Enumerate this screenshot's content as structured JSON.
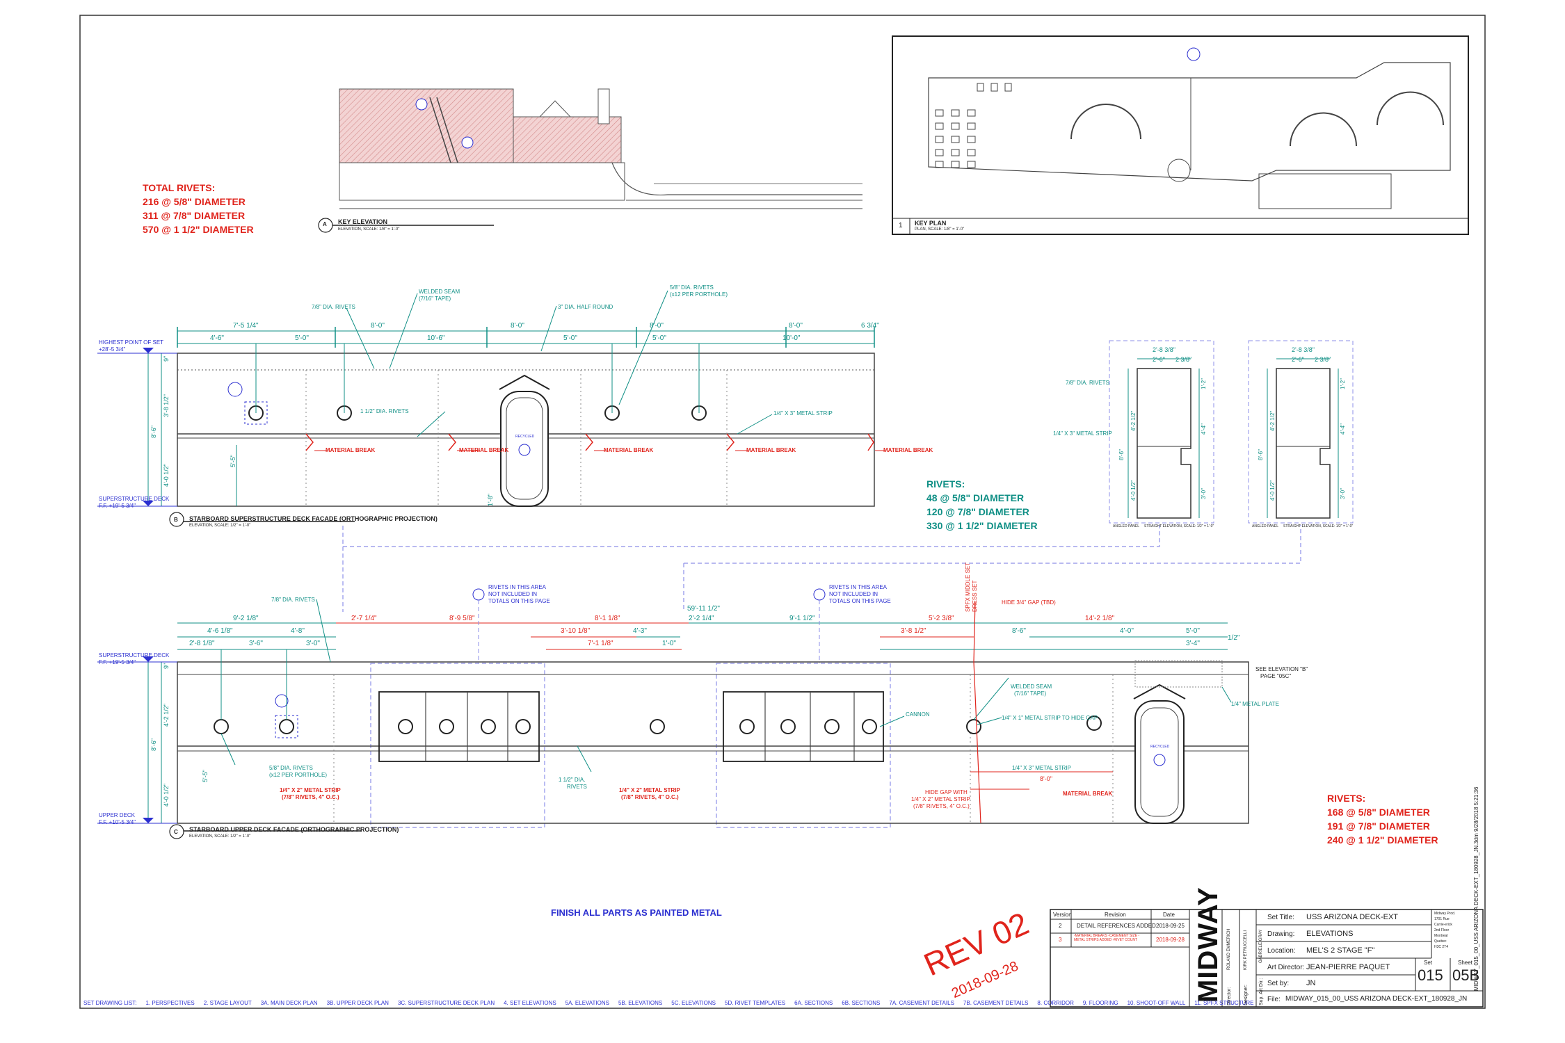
{
  "total_rivets": {
    "title": "TOTAL RIVETS:",
    "lines": [
      "216 @ 5/8\" DIAMETER",
      "311 @ 7/8\" DIAMETER",
      "570 @ 1 1/2\" DIAMETER"
    ]
  },
  "key_elevation": {
    "mark": "A",
    "title": "KEY ELEVATION",
    "scale": "ELEVATION, SCALE: 1/8\" = 1'-0\""
  },
  "key_plan": {
    "mark": "1",
    "title": "KEY PLAN",
    "scale": "PLAN, SCALE: 1/8\" = 1'-0\""
  },
  "elev_b": {
    "mark": "B",
    "title": "STARBOARD SUPERSTRUCTURE DECK FACADE (ORTHOGRAPHIC PROJECTION)",
    "scale": "ELEVATION, SCALE: 1/2\" = 1'-0\"",
    "level_top": "HIGHEST POINT OF SET",
    "level_top_val": "+28'-5 3/4\"",
    "level_bot": "SUPERSTRUCTURE DECK",
    "level_bot_val": "F.F. +19'-5 3/4\"",
    "dims_row1": [
      "7'-5 1/4\"",
      "8'-0\"",
      "8'-0\"",
      "8'-0\"",
      "8'-0\"",
      "6 3/4\""
    ],
    "dims_row2": [
      "4'-6\"",
      "5'-0\"",
      "10'-6\"",
      "5'-0\"",
      "5'-0\"",
      "10'-0\""
    ],
    "vdims": [
      "9\"",
      "3'-8 1/2\"",
      "4'-0 1/2\"",
      "8'-6\"",
      "5'-5\"",
      "1'-8\""
    ],
    "notes": {
      "rivets78": "7/8\" DIA. RIVETS",
      "welded": "WELDED SEAM",
      "welded2": "(7/16\" TAPE)",
      "halfround": "3\" DIA. HALF ROUND",
      "rivets58": "5/8\" DIA. RIVETS",
      "rivets58b": "(x12 PER PORTHOLE)",
      "rivets112": "1 1/2\" DIA. RIVETS",
      "strip": "1/4\" X 3\" METAL STRIP",
      "material_break": "MATERIAL BREAK",
      "tag": "RECYCLED"
    }
  },
  "rivets_mid": {
    "title": "RIVETS:",
    "lines": [
      "48 @ 5/8\" DIAMETER",
      "120 @ 7/8\" DIAMETER",
      "330 @ 1 1/2\" DIAMETER"
    ]
  },
  "panel_details": {
    "dims_top": [
      "2'-8 3/8\"",
      "2'-6\"",
      "2 3/8\""
    ],
    "dims_side": [
      "4'-2 1/2\"",
      "4'-0 1/2\"",
      "8'-6\"",
      "1'-2\"",
      "4'-4\"",
      "3'-0\""
    ],
    "note_rivets": "7/8\" DIA. RIVETS",
    "note_strip": "1/4\" X 3\" METAL STRIP",
    "label_left": "ANGLED PANEL",
    "label_right": "STRAIGHT ELEVATION, SCALE: 1/2\" = 1'-0\""
  },
  "elev_c": {
    "mark": "C",
    "title": "STARBOARD UPPER DECK FACADE (ORTHOGRAPHIC PROJECTION)",
    "scale": "ELEVATION, SCALE: 1/2\" = 1'-0\"",
    "level_top": "SUPERSTRUCTURE DECK",
    "level_top_val": "F.F. +19'-5 3/4\"",
    "level_bot": "UPPER DECK",
    "level_bot_val": "F.F. +10'-5 3/4\"",
    "overall": "59'-11 1/2\"",
    "dims_row1": [
      "9'-2 1/8\"",
      "2'-7 1/4\"",
      "8'-9 5/8\"",
      "8'-1 1/8\"",
      "2'-2 1/4\"",
      "9'-1 1/2\"",
      "5'-2 3/8\"",
      "14'-2 1/8\""
    ],
    "dims_row2": [
      "4'-6 1/8\"",
      "4'-8\"",
      "3'-10 1/8\"",
      "4'-3\"",
      "3'-8 1/2\"",
      "8'-6\"",
      "4'-0\"",
      "5'-0\""
    ],
    "dims_row3": [
      "2'-8 1/8\"",
      "3'-6\"",
      "3'-0\"",
      "7'-1 1/8\"",
      "1'-0\"",
      "3'-4\"",
      "1/2\""
    ],
    "vdims": [
      "9\"",
      "4'-2 1/2\"",
      "4'-0 1/2\"",
      "8'-6\"",
      "5'-5\""
    ],
    "rivets_area": [
      "RIVETS IN THIS AREA",
      "NOT INCLUDED IN",
      "TOTALS ON THIS PAGE"
    ],
    "spfx": [
      "SPFX MIDDLE SET",
      "DRESS SET"
    ],
    "notes": {
      "rivets78": "7/8\" DIA. RIVETS",
      "hide_gap": "HIDE 3/4\" GAP (TBD)",
      "see_elev": "SEE ELEVATION \"B\"",
      "see_elev2": "PAGE \"05C\"",
      "welded": "WELDED SEAM",
      "welded2": "(7/16\" TAPE)",
      "metal_plate": "1/4\" METAL PLATE",
      "cannon": "CANNON",
      "strip_hide": "1/4\" X 1\" METAL STRIP TO HIDE GAP",
      "rivets58": "5/8\" DIA. RIVETS",
      "rivets58b": "(x12 PER PORTHOLE)",
      "strip2": "1/4\" X 2\" METAL STRIP",
      "strip2b": "(7/8\" RIVETS, 4\" O.C.)",
      "rivets112": "1 1/2\" DIA.",
      "rivets112b": "RIVETS",
      "hide_gap_with": "HIDE GAP WITH",
      "strip3": "1/4\" X 3\" METAL STRIP",
      "dim_8": "8'-0\"",
      "material_break": "MATERIAL BREAK",
      "tag": "RECYCLED"
    }
  },
  "rivets_right": {
    "title": "RIVETS:",
    "lines": [
      "168 @ 5/8\" DIAMETER",
      "191 @ 7/8\" DIAMETER",
      "240 @ 1 1/2\" DIAMETER"
    ]
  },
  "finish_note": "FINISH ALL PARTS AS PAINTED METAL",
  "rev_stamp": {
    "rev": "REV 02",
    "date": "2018-09-28"
  },
  "drawing_list": {
    "label": "SET DRAWING LIST:",
    "items": [
      "1. PERSPECTIVES",
      "2. STAGE LAYOUT",
      "3A. MAIN DECK PLAN",
      "3B. UPPER DECK PLAN",
      "3C. SUPERSTRUCTURE DECK PLAN",
      "4. SET ELEVATIONS",
      "5A. ELEVATIONS",
      "5B. ELEVATIONS",
      "5C. ELEVATIONS",
      "5D. RIVET TEMPLATES",
      "6A. SECTIONS",
      "6B. SECTIONS",
      "7A. CASEMENT DETAILS",
      "7B. CASEMENT DETAILS",
      "8. CORRIDOR",
      "9. FLOORING",
      "10. SHOOT-OFF WALL",
      "11. SPFX STRUCTURE"
    ]
  },
  "title_block": {
    "rev_head": [
      "Version",
      "Revision",
      "Date"
    ],
    "rows": [
      {
        "ver": "2",
        "rev": "DETAIL REFERENCES ADDED",
        "date": "2018-09-25"
      },
      {
        "ver": "3",
        "rev": "-MATERIAL BREAKS -CASEMENT SIZE -METAL STRIPS ADDED -RIVET COUNT",
        "date": "2018-09-28"
      }
    ],
    "logo": "MIDWAY",
    "people": [
      {
        "role": "Director:",
        "name": "ROLAND EMMERICH"
      },
      {
        "role": "Designer:",
        "name": "KIRK PETRUCCELLI"
      },
      {
        "role": "Sup. Art Dir.:",
        "name": "GABRIELE GRAY"
      }
    ],
    "set_title_label": "Set Title:",
    "set_title": "USS ARIZONA DECK-EXT",
    "drawing_label": "Drawing:",
    "drawing": "ELEVATIONS",
    "location_label": "Location:",
    "location": "MEL'S 2 STAGE \"F\"",
    "art_director_label": "Art Director:",
    "art_director": "JEAN-PIERRE PAQUET",
    "set_by_label": "Set by:",
    "set_by": "JN",
    "file_label": "File:",
    "file": "MIDWAY_015_00_USS ARIZONA DECK-EXT_180928_JN",
    "company": [
      "Midway Prod.",
      "1701 Rue",
      "Carrie-erick",
      "2nd Floor",
      "Montreal",
      "Quebec",
      "H3C 2T4"
    ],
    "set_label": "Set",
    "set_no": "015",
    "sheet_label": "Sheet",
    "sheet_no": "05B",
    "vertical_file": "MIDWAY_015_00_USS ARIZONA DECK-EXT_180928_JN.3dm 9/28/2018 5:21:36"
  },
  "colors": {
    "red": "#e0241c",
    "green": "#0f8f85",
    "blue": "#2b2fd0",
    "hatch": "#e9b9b9"
  }
}
